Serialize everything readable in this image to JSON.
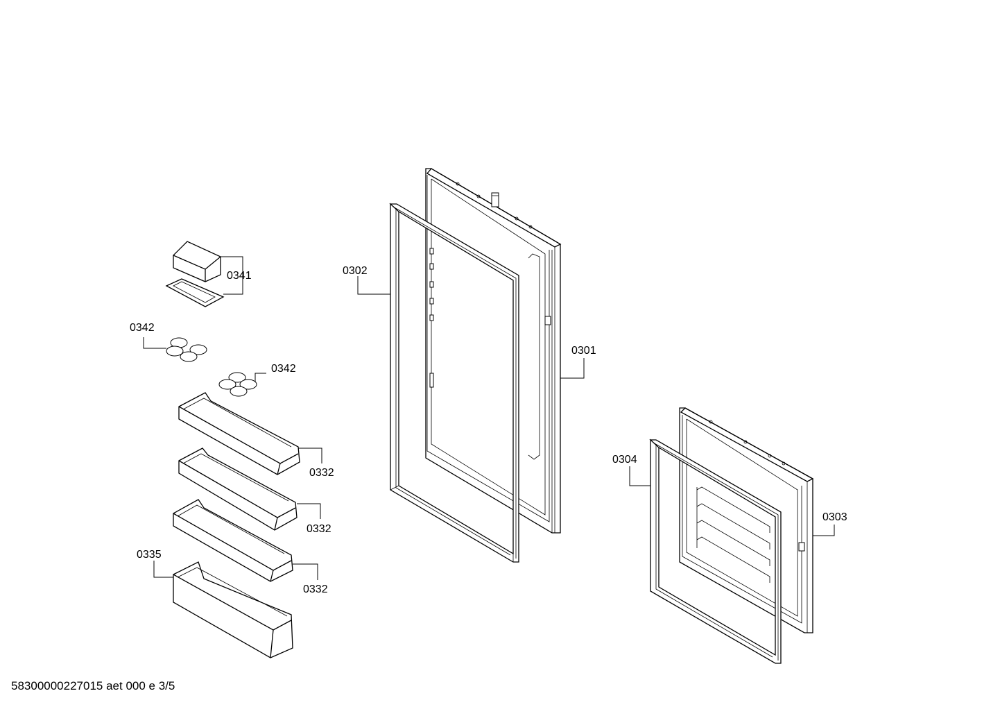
{
  "callouts": {
    "c0301": "0301",
    "c0302": "0302",
    "c0303": "0303",
    "c0304": "0304",
    "c0332a": "0332",
    "c0332b": "0332",
    "c0332c": "0332",
    "c0335": "0335",
    "c0341": "0341",
    "c0342a": "0342",
    "c0342b": "0342"
  },
  "footer": {
    "document_id": "58300000227015 aet 000 e 3/5"
  }
}
